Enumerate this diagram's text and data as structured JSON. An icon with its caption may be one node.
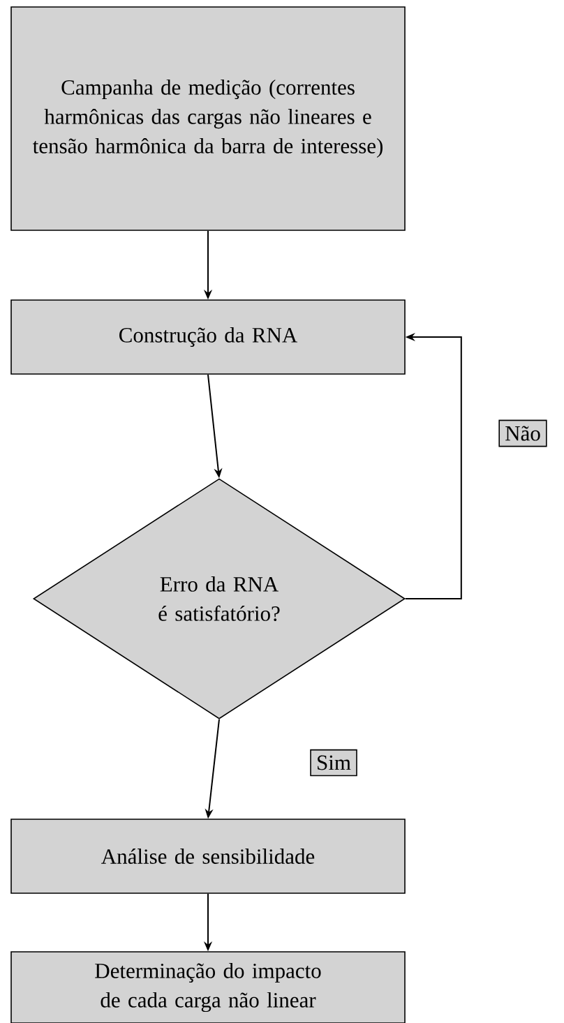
{
  "diagram": {
    "nodes": [
      {
        "text": [
          "Campanha de medição (correntes harmônicas das cargas não lineares e tensão harmônica da barra de interesse)"
        ]
      },
      {
        "text": [
          "Construção da RNA"
        ]
      },
      {
        "text": [
          "Erro da RNA é satisfatório?"
        ]
      },
      {
        "text": [
          "Análise de sensibilidade"
        ]
      },
      {
        "text": [
          "Determinação do impacto de cada carga não linear"
        ]
      }
    ],
    "edges": [
      {
        "from": 0,
        "to": 1,
        "arrow": "to"
      },
      {
        "from": 1,
        "to": 2,
        "arrow": "to"
      },
      {
        "from": 2,
        "to": 1,
        "arrow": "to",
        "label": "Não"
      },
      {
        "from": 2,
        "to": 3,
        "arrow": "to",
        "label": "Sim"
      },
      {
        "from": 3,
        "to": 4,
        "arrow": "to"
      }
    ]
  }
}
